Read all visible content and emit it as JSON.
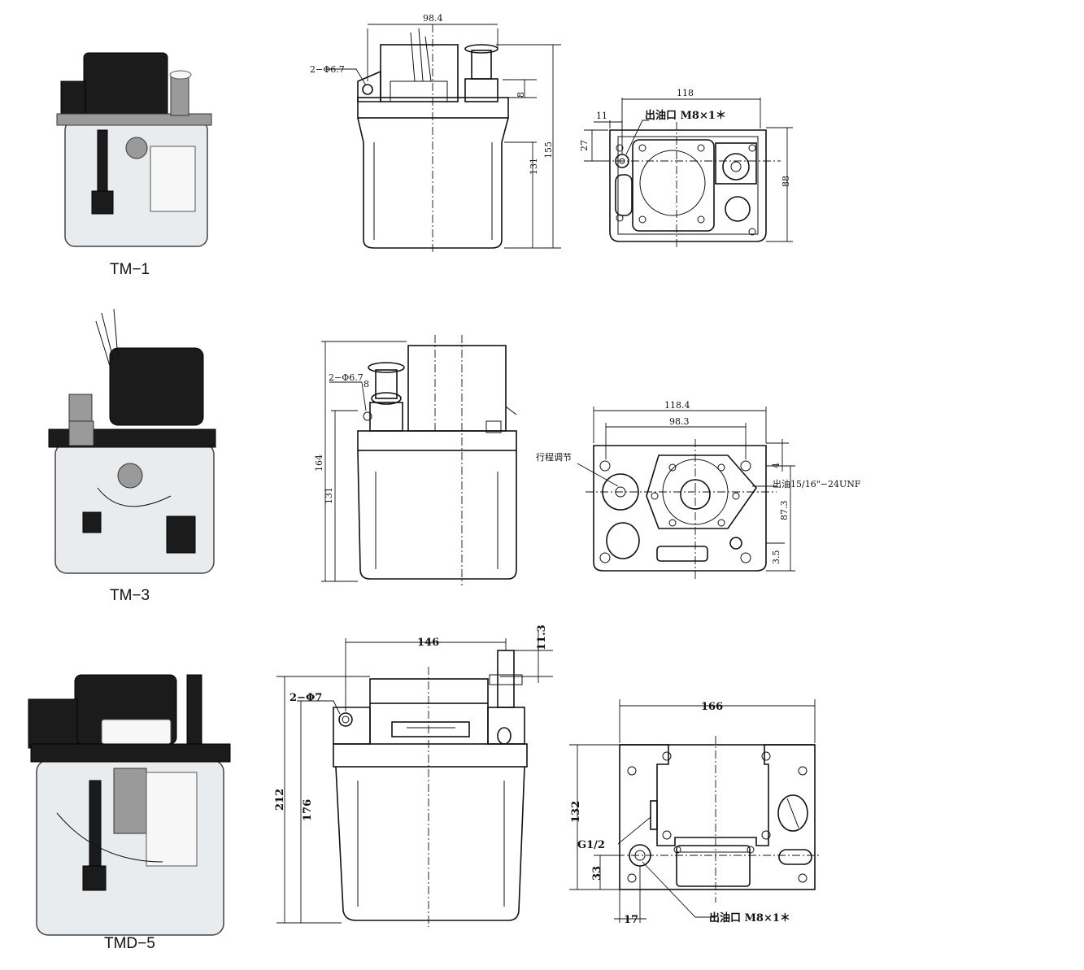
{
  "models": [
    {
      "caption": "TM−1",
      "side_view": {
        "hole": "2−Φ6.7",
        "width": "98.4",
        "cap_height": "8",
        "body_height": "131",
        "total_height": "155"
      },
      "top_view": {
        "width": "118",
        "offset": "11",
        "outlet": "出油口 M8×1＊",
        "offset_v": "27",
        "height": "88"
      }
    },
    {
      "caption": "TM−3",
      "side_view": {
        "hole": "2−Φ6.7",
        "cap_height": "8",
        "total_height": "164",
        "body_height": "131"
      },
      "top_view": {
        "width_outer": "118.4",
        "width_inner": "98.3",
        "stroke_adjust": "行程调节",
        "outlet": "出油15/16\"−24UNF",
        "offset_top": "4",
        "height": "87.3",
        "offset_bottom": "3.5"
      }
    },
    {
      "caption": "TMD−5",
      "side_view": {
        "hole": "2−Φ7",
        "width": "146",
        "cap_height": "11.3",
        "total_height": "212",
        "body_height": "176"
      },
      "top_view": {
        "width": "166",
        "height": "132",
        "port": "G1/2",
        "offset_v": "33",
        "offset_h": "17",
        "outlet": "出油口 M8×1＊"
      }
    }
  ]
}
